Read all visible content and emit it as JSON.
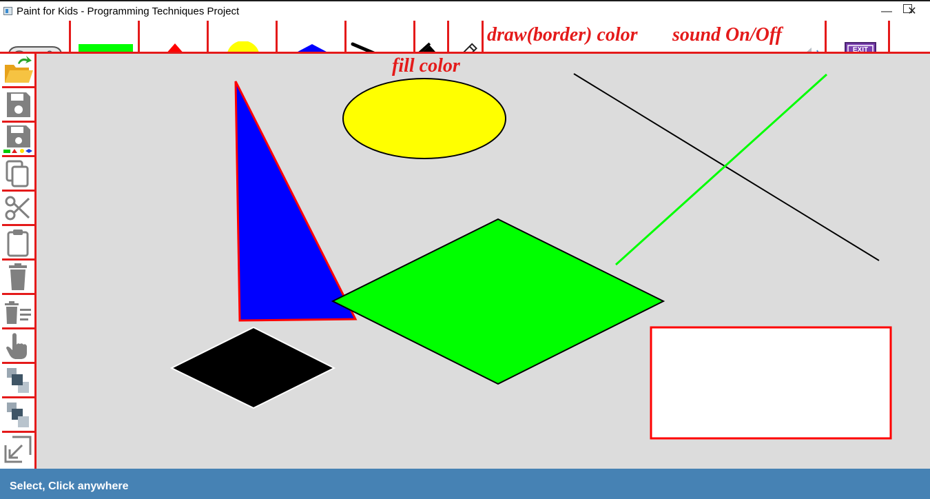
{
  "window": {
    "title": "Paint for Kids - Programming Techniques Project",
    "minimize_symbol": "—",
    "maximize_symbol": "☐",
    "close_symbol": "✕"
  },
  "toolbar": {
    "items": [
      {
        "name": "game-mode",
        "icon": "gamepad-icon"
      },
      {
        "name": "draw-rectangle",
        "icon": "rectangle-icon",
        "color": "#00ff00"
      },
      {
        "name": "draw-triangle",
        "icon": "triangle-icon",
        "color": "#ff0000"
      },
      {
        "name": "draw-circle",
        "icon": "circle-icon",
        "color": "#ffff00"
      },
      {
        "name": "draw-rhombus",
        "icon": "rhombus-icon",
        "color": "#0000ff"
      },
      {
        "name": "draw-line",
        "icon": "line-icon",
        "color": "#000000"
      },
      {
        "name": "fill-color",
        "icon": "paint-bucket-icon"
      },
      {
        "name": "draw-color",
        "icon": "pencil-icon"
      },
      {
        "name": "sound-toggle",
        "icon": "speaker-icon"
      },
      {
        "name": "exit",
        "icon": "exit-icon"
      }
    ],
    "fill_color_label": "fill color",
    "draw_color_label": "draw(border) color",
    "sound_label": "sound On/Off",
    "exit_label": "EXIT"
  },
  "sidebar": {
    "items": [
      {
        "name": "load",
        "icon": "open-folder-icon"
      },
      {
        "name": "save",
        "icon": "save-icon"
      },
      {
        "name": "save-by-type",
        "icon": "save-colored-icon"
      },
      {
        "name": "copy",
        "icon": "copy-icon"
      },
      {
        "name": "cut",
        "icon": "scissors-icon"
      },
      {
        "name": "paste",
        "icon": "clipboard-icon"
      },
      {
        "name": "delete",
        "icon": "trash-icon"
      },
      {
        "name": "clear-all",
        "icon": "trash-list-icon"
      },
      {
        "name": "select",
        "icon": "hand-pointer-icon"
      },
      {
        "name": "send-to-back",
        "icon": "send-back-icon"
      },
      {
        "name": "bring-to-front",
        "icon": "bring-front-icon"
      },
      {
        "name": "resize",
        "icon": "resize-icon"
      }
    ]
  },
  "canvas": {
    "background": "#dcdcdc",
    "shapes": [
      {
        "type": "triangle",
        "fill": "#0000ff",
        "border": "#ff0000"
      },
      {
        "type": "ellipse",
        "fill": "#ffff00",
        "border": "#000000"
      },
      {
        "type": "line",
        "border": "#000000"
      },
      {
        "type": "line",
        "border": "#00ff00"
      },
      {
        "type": "rhombus",
        "fill": "#00ff00",
        "border": "#000000"
      },
      {
        "type": "rhombus",
        "fill": "#000000",
        "border": "#ffffff"
      },
      {
        "type": "rectangle",
        "fill": "#ffffff",
        "border": "#ff0000"
      }
    ]
  },
  "statusbar": {
    "message": "Select, Click anywhere",
    "background": "#4682b4"
  }
}
